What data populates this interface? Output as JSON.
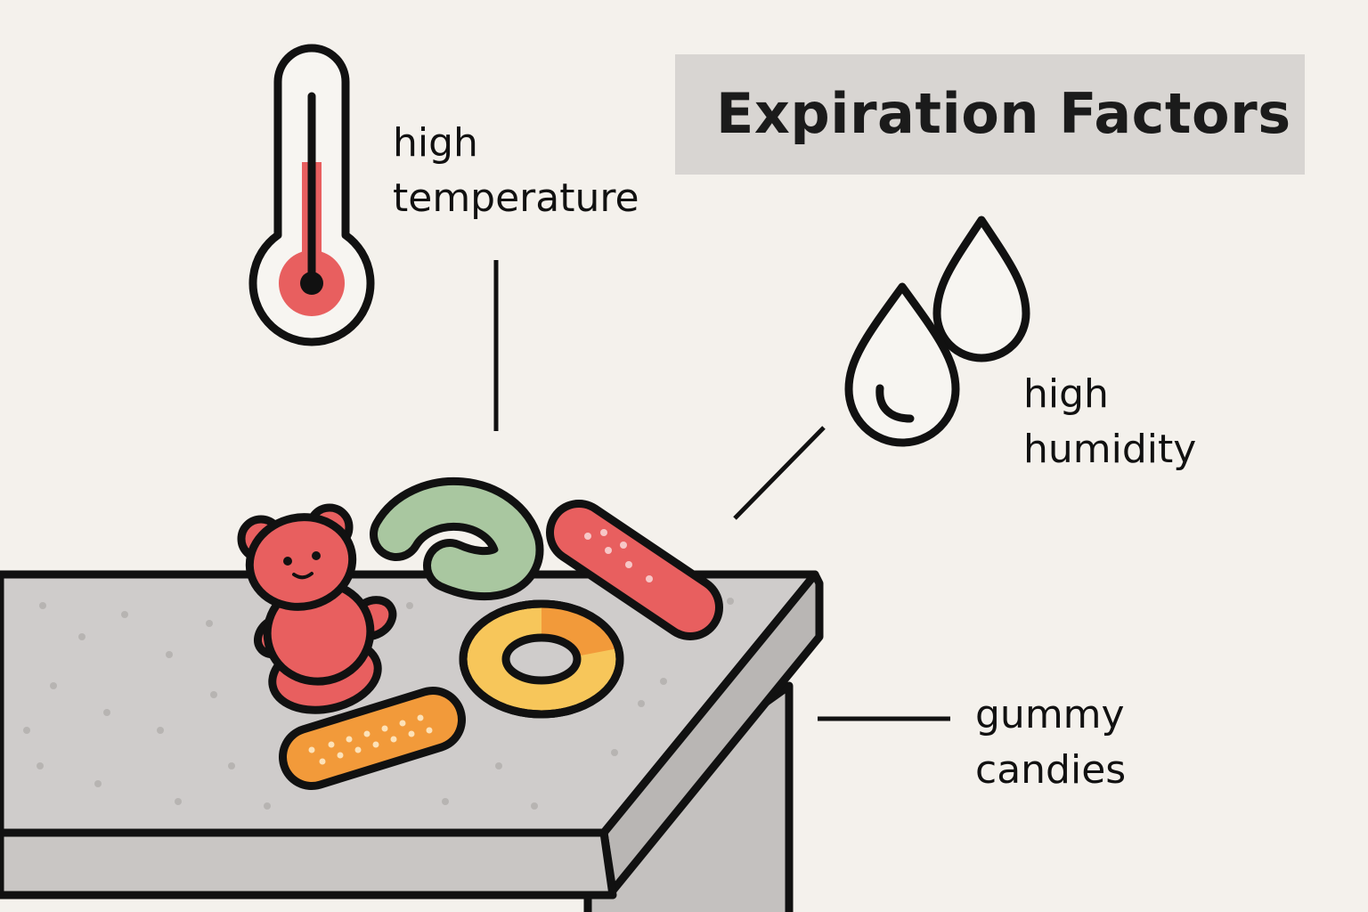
{
  "title": "Expiration Factors",
  "labels": {
    "temperature": {
      "line1": "high",
      "line2": "temperature",
      "icon": "thermometer-icon"
    },
    "humidity": {
      "line1": "high",
      "line2": "humidity",
      "icon": "water-drops-icon"
    },
    "candies": {
      "line1": "gummy",
      "line2": "candies"
    }
  },
  "colors": {
    "background": "#f4f1ec",
    "title_box": "#d8d5d2",
    "outline": "#111111",
    "red": "#e85f5f",
    "green": "#a9c7a0",
    "yellow": "#f7c65a",
    "orange": "#f29a3a",
    "counter": "#cfcccb"
  }
}
